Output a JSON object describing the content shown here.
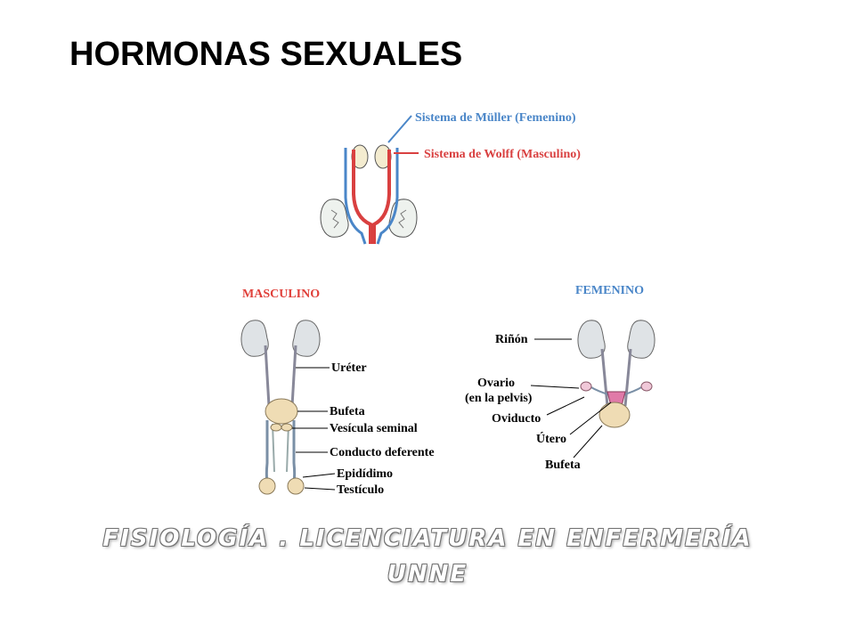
{
  "slide": {
    "title": "HORMONAS SEXUALES",
    "footer_line1": "FISIOLOGÍA . LICENCIATURA EN ENFERMERÍA",
    "footer_line2": "UNNE"
  },
  "top_diagram": {
    "label_muller": "Sistema de Müller (Femenino)",
    "label_wolff": "Sistema de Wolff (Masculino)",
    "colors": {
      "muller": "#4a86c8",
      "wolff": "#d94040"
    }
  },
  "male_diagram": {
    "heading": "MASCULINO",
    "heading_color": "#e0403a",
    "labels": {
      "ureter": "Uréter",
      "bladder": "Bufeta",
      "seminal": "Vesícula seminal",
      "deferens": "Conducto deferente",
      "epididymis": "Epidídimo",
      "testis": "Testículo"
    }
  },
  "female_diagram": {
    "heading": "FEMENINO",
    "heading_color": "#4a86c8",
    "labels": {
      "kidney": "Riñón",
      "ovary_1": "Ovario",
      "ovary_2": "(en la pelvis)",
      "oviduct": "Oviducto",
      "uterus": "Útero",
      "bladder": "Bufeta"
    }
  }
}
